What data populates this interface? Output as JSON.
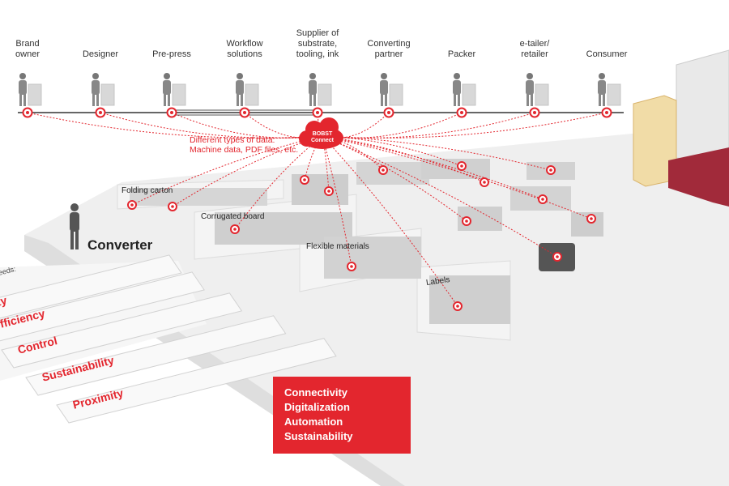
{
  "actors": [
    {
      "label": "Brand\nowner",
      "icon": "brand-owner-icon"
    },
    {
      "label": "Designer",
      "icon": "designer-icon"
    },
    {
      "label": "Pre-press",
      "icon": "pre-press-icon"
    },
    {
      "label": "Workflow\nsolutions",
      "icon": "workflow-icon"
    },
    {
      "label": "Supplier of\nsubstrate,\ntooling, ink",
      "icon": "supplier-icon"
    },
    {
      "label": "Converting\npartner",
      "icon": "converting-partner-icon"
    },
    {
      "label": "Packer",
      "icon": "packer-icon"
    },
    {
      "label": "e-tailer/\nretailer",
      "icon": "retailer-icon"
    },
    {
      "label": "Consumer",
      "icon": "consumer-icon"
    }
  ],
  "cloud": {
    "line1": "BOBST",
    "line2": "Connect"
  },
  "data_note": "Different types of data:\nMachine data, PDF files, etc.",
  "converter": "Converter",
  "zones": {
    "folding_carton": "Folding carton",
    "corrugated_board": "Corrugated board",
    "flexible_materials": "Flexible materials",
    "labels": "Labels"
  },
  "needs_text": "eeds:",
  "strips": [
    "ty",
    "fficiency",
    "Control",
    "Sustainability",
    "Proximity"
  ],
  "red_box": [
    "Connectivity",
    "Digitalization",
    "Automation",
    "Sustainability"
  ],
  "colors": {
    "accent": "#e3262e",
    "floor": "#ececec",
    "floor_edge": "#cfcfcf"
  }
}
